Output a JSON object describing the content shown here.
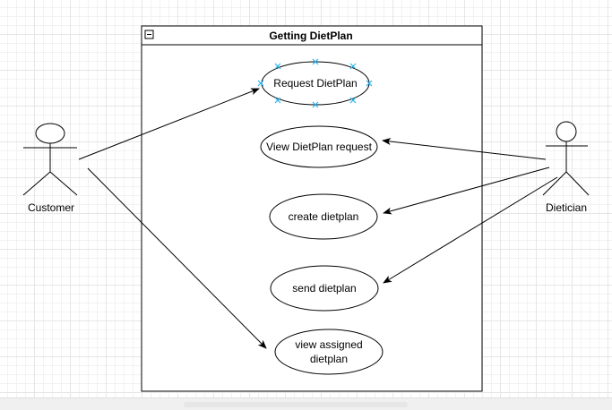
{
  "diagram": {
    "system_title": "Getting DietPlan",
    "actors": [
      {
        "id": "customer",
        "label": "Customer"
      },
      {
        "id": "dietician",
        "label": "Dietician"
      }
    ],
    "use_cases": [
      {
        "id": "uc1",
        "lines": [
          "Request DietPlan"
        ],
        "selected": true
      },
      {
        "id": "uc2",
        "lines": [
          "View DietPlan request"
        ]
      },
      {
        "id": "uc3",
        "lines": [
          "create dietplan"
        ]
      },
      {
        "id": "uc4",
        "lines": [
          "send dietplan"
        ]
      },
      {
        "id": "uc5",
        "lines": [
          "view assigned",
          "dietplan"
        ]
      }
    ],
    "associations": [
      {
        "from": "customer",
        "to": "uc1"
      },
      {
        "from": "customer",
        "to": "uc5"
      },
      {
        "from": "dietician",
        "to": "uc2"
      },
      {
        "from": "dietician",
        "to": "uc3"
      },
      {
        "from": "dietician",
        "to": "uc4"
      }
    ],
    "colors": {
      "line": "#000000",
      "selection_handle": "#29b6f2",
      "shape_fill": "#ffffff"
    }
  }
}
